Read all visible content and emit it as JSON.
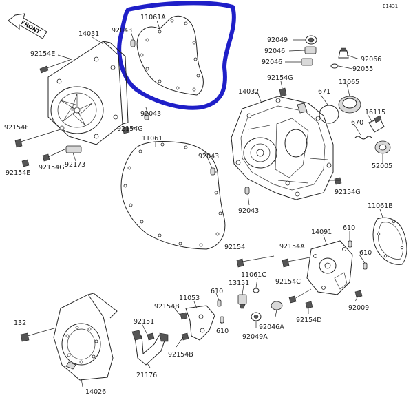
{
  "diagram": {
    "code": "E1431",
    "front_label": "FRONT",
    "highlight_color": "#1f1fc8",
    "line_color": "#222222",
    "labels": {
      "l_11061A": "11061A",
      "l_92043_top": "92043",
      "l_14031": "14031",
      "l_92154E_top": "92154E",
      "l_92049": "92049",
      "l_92046_a": "92046",
      "l_92046_b": "92046",
      "l_92066": "92066",
      "l_92055": "92055",
      "l_92154G_top": "92154G",
      "l_14032": "14032",
      "l_671": "671",
      "l_11065": "11065",
      "l_92043_mid": "92043",
      "l_16115": "16115",
      "l_670": "670",
      "l_92154F": "92154F",
      "l_92154G_left": "92154G",
      "l_11061": "11061",
      "l_92043_c": "92043",
      "l_92173": "92173",
      "l_92154G_low": "92154G",
      "l_92154E_low": "92154E",
      "l_52005": "52005",
      "l_92154G_right": "92154G",
      "l_92043_d": "92043",
      "l_11061B": "11061B",
      "l_14091": "14091",
      "l_610_a": "610",
      "l_92154": "92154",
      "l_92154A": "92154A",
      "l_610_b": "610",
      "l_11061C": "11061C",
      "l_92154C": "92154C",
      "l_13151": "13151",
      "l_11053": "11053",
      "l_610_c": "610",
      "l_92009": "92009",
      "l_92154B_top": "92154B",
      "l_92046A": "92046A",
      "l_92154D": "92154D",
      "l_132": "132",
      "l_92151": "92151",
      "l_610_d": "610",
      "l_92049A": "92049A",
      "l_92154B_low": "92154B",
      "l_21176": "21176",
      "l_14026": "14026"
    }
  }
}
